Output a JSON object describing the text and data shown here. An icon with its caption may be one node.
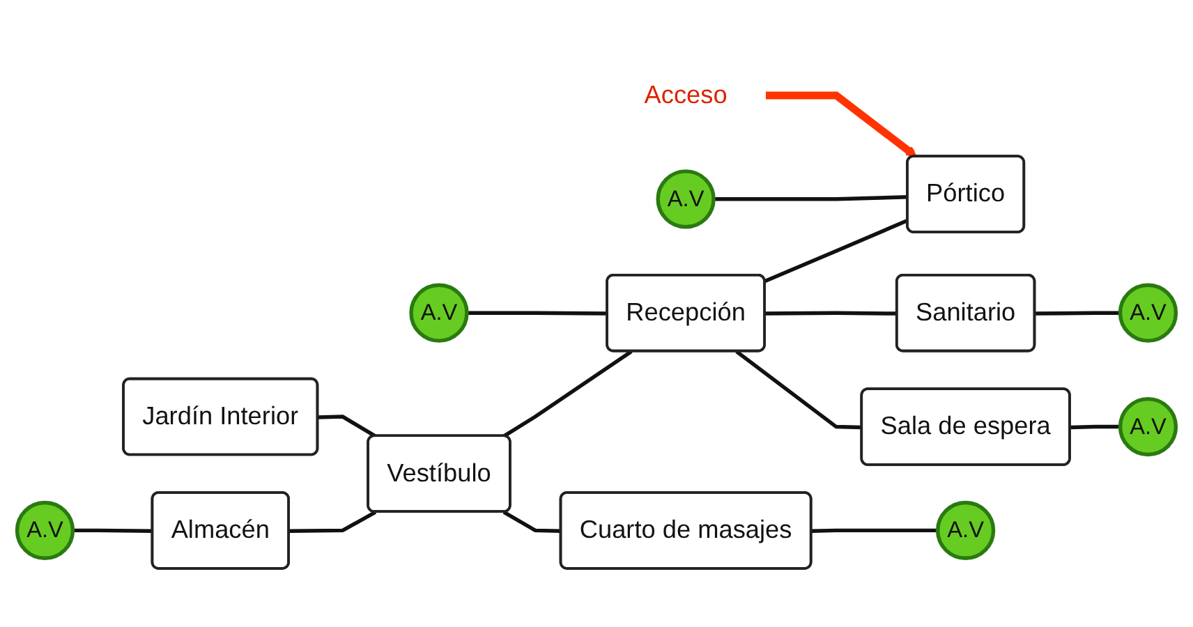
{
  "diagram": {
    "nodes": [
      {
        "text": [
          "A.V"
        ]
      },
      {
        "text": [
          "Almacén"
        ]
      },
      {
        "text": [
          "A.V"
        ]
      },
      {
        "text": [
          "A.V"
        ]
      },
      {
        "text": [
          "Jardín Interior"
        ]
      },
      {
        "text": [
          "Vestíbulo"
        ]
      },
      {
        "text": [
          "Recepción"
        ]
      },
      {
        "text": [
          "Pórtico"
        ]
      },
      {
        "text": [
          "Acceso"
        ]
      },
      {
        "text": [
          "Cuarto de masajes"
        ]
      },
      {
        "text": [
          "Sanitario"
        ]
      },
      {
        "text": [
          "Sala de espera"
        ]
      },
      {
        "text": [
          "A.V"
        ]
      },
      {
        "text": [
          "A.V"
        ]
      },
      {
        "text": [
          "A.V"
        ]
      }
    ],
    "edges": [
      {
        "from": 0,
        "to": 1,
        "arrow": "none"
      },
      {
        "from": 1,
        "to": 5,
        "arrow": "none"
      },
      {
        "from": 4,
        "to": 5,
        "arrow": "none"
      },
      {
        "from": 5,
        "to": 6,
        "arrow": "none"
      },
      {
        "from": 2,
        "to": 6,
        "arrow": "none"
      },
      {
        "from": 6,
        "to": 7,
        "arrow": "none"
      },
      {
        "from": 3,
        "to": 7,
        "arrow": "none"
      },
      {
        "from": 8,
        "to": 7,
        "arrow": "to",
        "style": "thick",
        "color": "#ff3300"
      },
      {
        "from": 5,
        "to": 9,
        "arrow": "none"
      },
      {
        "from": 6,
        "to": 10,
        "arrow": "none"
      },
      {
        "from": 6,
        "to": 11,
        "arrow": "none"
      },
      {
        "from": 9,
        "to": 12,
        "arrow": "none"
      },
      {
        "from": 10,
        "to": 13,
        "arrow": "none"
      },
      {
        "from": 11,
        "to": 14,
        "arrow": "none"
      }
    ]
  }
}
